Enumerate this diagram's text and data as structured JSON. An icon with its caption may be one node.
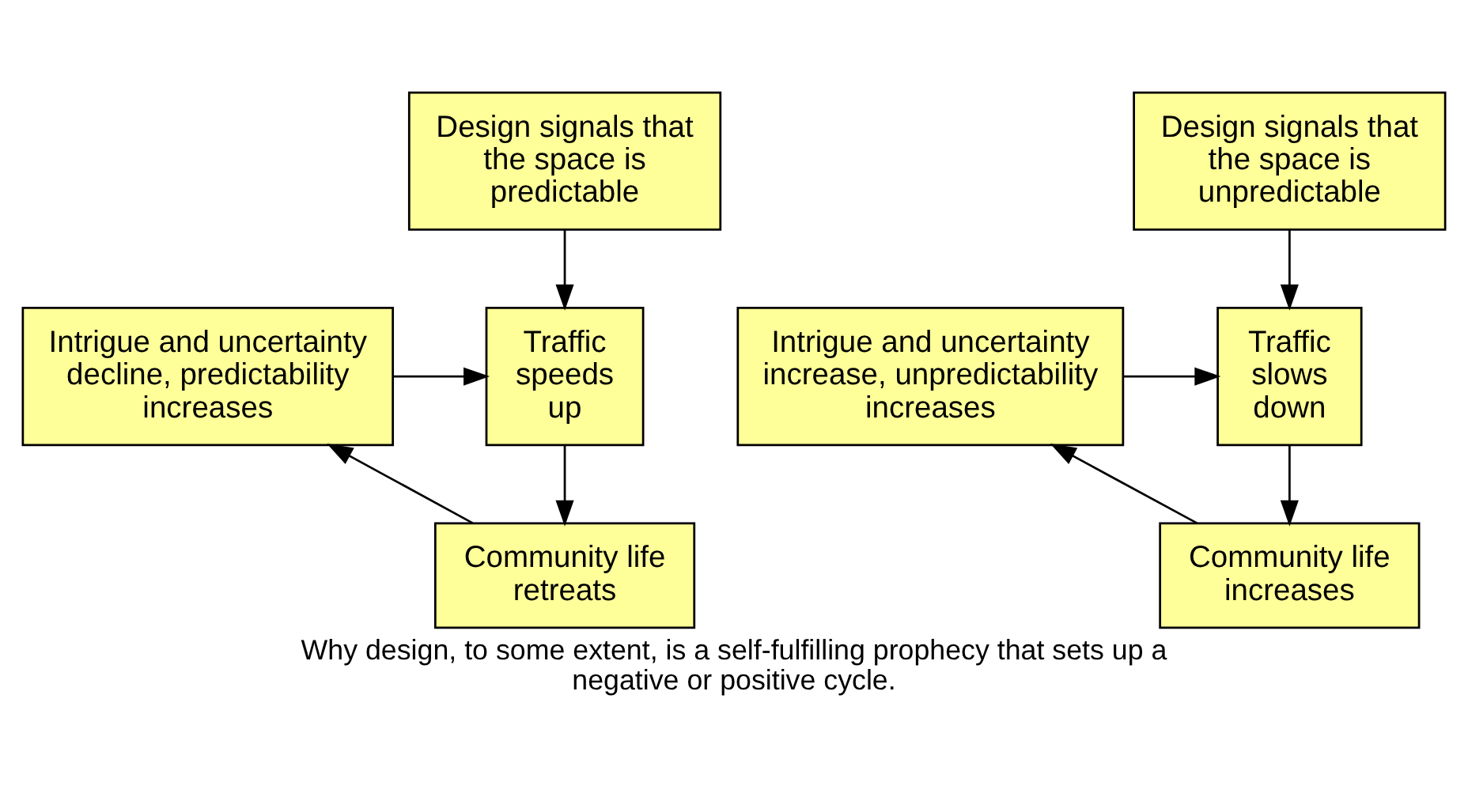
{
  "diagram": {
    "caption": "Why design, to some extent, is a self-fulfilling prophecy that sets up a negative or positive cycle.",
    "nodes": [
      {
        "text": [
          "Design signals that the space is predictable"
        ]
      },
      {
        "text": [
          "Intrigue and uncertainty decline, predictability increases"
        ]
      },
      {
        "text": [
          "Traffic speeds up"
        ]
      },
      {
        "text": [
          "Community life retreats"
        ]
      },
      {
        "text": [
          "Design signals that the space is unpredictable"
        ]
      },
      {
        "text": [
          "Intrigue and uncertainty increase, unpredictability increases"
        ]
      },
      {
        "text": [
          "Traffic slows down"
        ]
      },
      {
        "text": [
          "Community life increases"
        ]
      }
    ],
    "edges": [
      {
        "from": 0,
        "to": 2,
        "arrow": "to"
      },
      {
        "from": 1,
        "to": 2,
        "arrow": "to"
      },
      {
        "from": 2,
        "to": 3,
        "arrow": "to"
      },
      {
        "from": 3,
        "to": 1,
        "arrow": "to"
      },
      {
        "from": 4,
        "to": 6,
        "arrow": "to"
      },
      {
        "from": 5,
        "to": 6,
        "arrow": "to"
      },
      {
        "from": 6,
        "to": 7,
        "arrow": "to"
      },
      {
        "from": 7,
        "to": 5,
        "arrow": "to"
      }
    ]
  }
}
